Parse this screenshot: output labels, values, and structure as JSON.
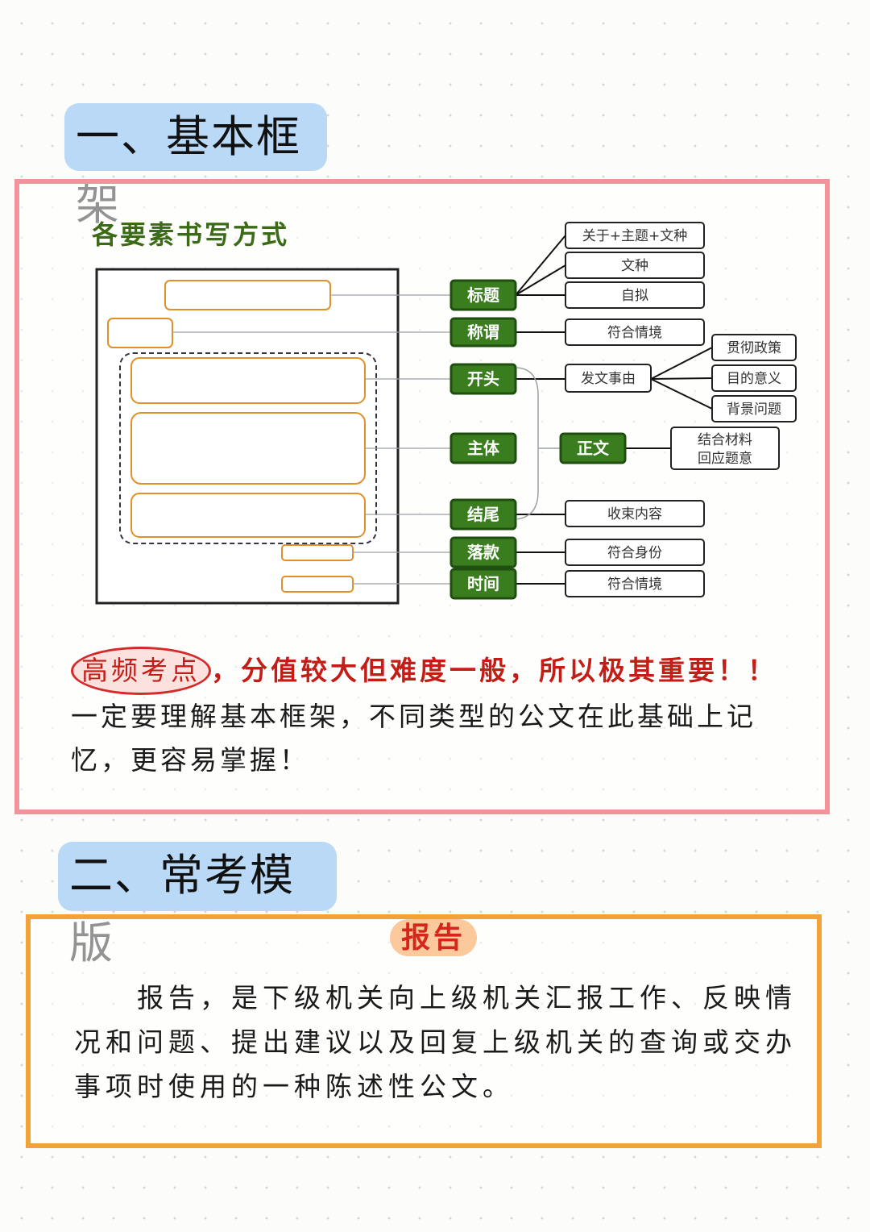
{
  "section1": {
    "heading": "一、基本框架"
  },
  "diagram": {
    "title": "各要素书写方式",
    "elements": [
      "标题",
      "称谓",
      "开头",
      "主体",
      "结尾",
      "落款",
      "时间"
    ],
    "zhengwen": "正文",
    "options": {
      "title_1": "关于+主题+文种",
      "title_2": "文种",
      "title_3": "自拟",
      "salutation": "符合情境",
      "opening": "发文事由",
      "reason_1": "贯彻政策",
      "reason_2": "目的意义",
      "reason_3": "背景问题",
      "body_line1": "结合材料",
      "body_line2": "回应题意",
      "ending": "收束内容",
      "signature": "符合身份",
      "date": "符合情境"
    },
    "colors": {
      "green_box": "#3a7d1e",
      "green_border": "#1f4f0f",
      "title_green": "#3b6b17",
      "placeholder_border": "#e0902a"
    }
  },
  "note": {
    "circled": "高频考点",
    "emphasis": "，分值较大但难度一般，所以极其重要！！",
    "body": "一定要理解基本框架，不同类型的公文在此基础上记忆，更容易掌握！"
  },
  "section2": {
    "heading": "二、常考模版"
  },
  "report": {
    "title": "报告",
    "body": "报告，是下级机关向上级机关汇报工作、反映情况和问题、提出建议以及回复上级机关的查询或交办事项时使用的一种陈述性公文。"
  }
}
